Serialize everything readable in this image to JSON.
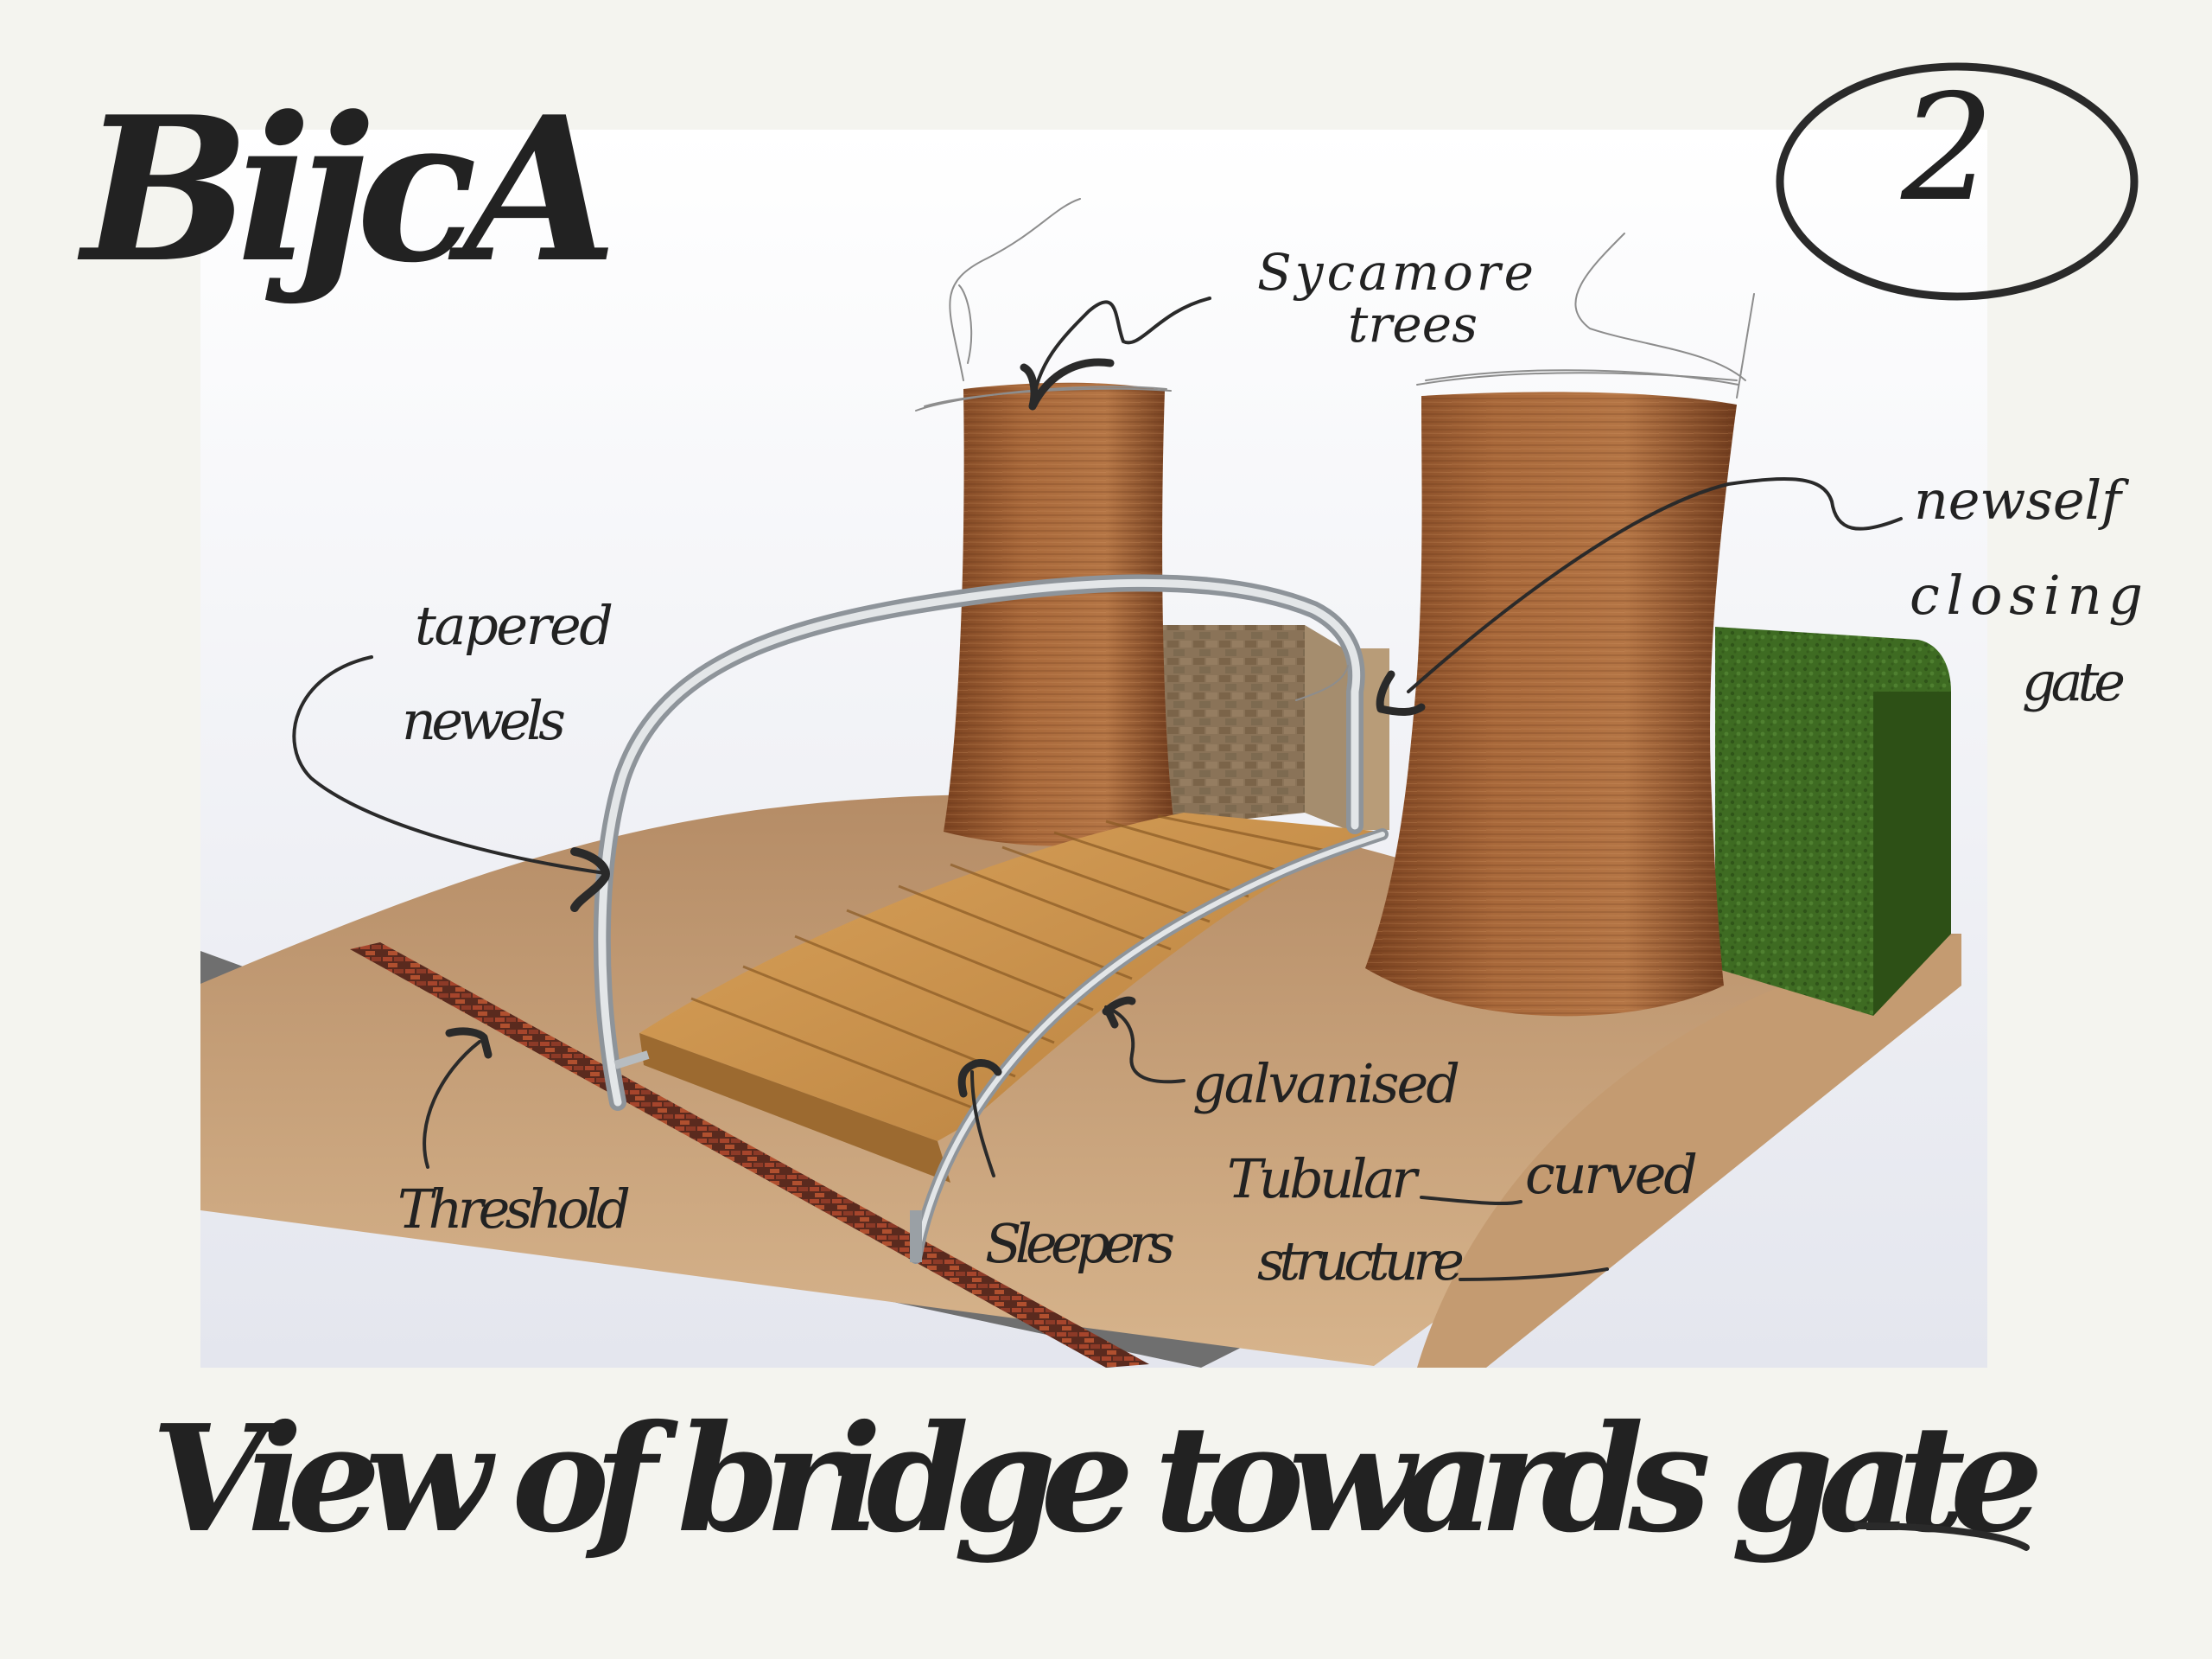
{
  "sheet": {
    "title": "BijcA",
    "sheet_number": "2",
    "caption": "View of bridge towards gate"
  },
  "annotations": {
    "sycamore": [
      "Sycamore",
      "trees"
    ],
    "newels": [
      "tapered",
      "newels"
    ],
    "gate": [
      "newself",
      "closing",
      "gate"
    ],
    "threshold": "Threshold",
    "sleepers": "Sleepers",
    "structure": [
      "galvanised",
      "Tubular",
      "structure"
    ],
    "curved": "curved"
  },
  "colors": {
    "paper": "#f4f4ef",
    "ink": "#222222",
    "trunk": "#9a5a30",
    "deck": "#c98f4a",
    "ground": "#c9a27a",
    "hedge": "#3f6a22",
    "wall": "#8a7358",
    "tube": "#c9cdd1",
    "brick": "#9c3f2a"
  }
}
